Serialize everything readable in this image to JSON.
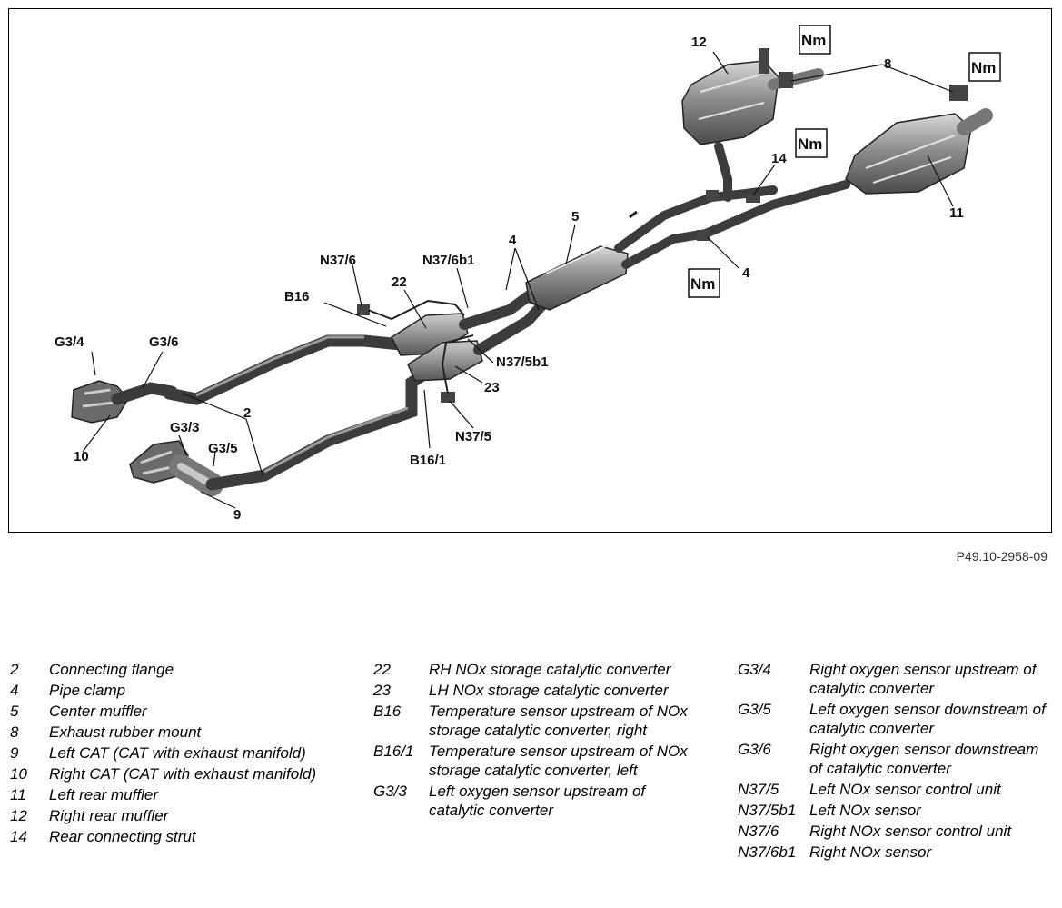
{
  "figure": {
    "callouts": {
      "n2": "2",
      "n4a": "4",
      "n4b": "4",
      "n5": "5",
      "n8": "8",
      "n9": "9",
      "n10": "10",
      "n11": "11",
      "n12": "12",
      "n14": "14",
      "n22": "22",
      "n23": "23",
      "b16": "B16",
      "b16_1": "B16/1",
      "g3_3": "G3/3",
      "g3_4": "G3/4",
      "g3_5": "G3/5",
      "g3_6": "G3/6",
      "n37_5": "N37/5",
      "n37_5b1": "N37/5b1",
      "n37_6": "N37/6",
      "n37_6b1": "N37/6b1"
    },
    "nm_badge": "Nm",
    "code": "P49.10-2958-09"
  },
  "legend": {
    "col1": [
      {
        "code": "2",
        "desc": "Connecting flange"
      },
      {
        "code": "4",
        "desc": "Pipe clamp"
      },
      {
        "code": "5",
        "desc": "Center muffler"
      },
      {
        "code": "8",
        "desc": "Exhaust rubber mount"
      },
      {
        "code": "9",
        "desc": "Left CAT (CAT with exhaust manifold)"
      },
      {
        "code": "10",
        "desc": "Right CAT (CAT with exhaust manifold)"
      },
      {
        "code": "11",
        "desc": "Left rear muffler"
      },
      {
        "code": "12",
        "desc": "Right rear muffler"
      },
      {
        "code": "14",
        "desc": "Rear connecting strut"
      }
    ],
    "col2": [
      {
        "code": "22",
        "desc": "RH NOx storage catalytic converter"
      },
      {
        "code": "23",
        "desc": "LH NOx storage catalytic converter"
      },
      {
        "code": "B16",
        "desc": "Temperature sensor upstream of NOx storage catalytic converter, right"
      },
      {
        "code": "B16/1",
        "desc": "Temperature sensor upstream of NOx storage catalytic converter, left"
      },
      {
        "code": "G3/3",
        "desc": "Left oxygen sensor upstream of catalytic converter"
      }
    ],
    "col3": [
      {
        "code": "G3/4",
        "desc": "Right oxygen sensor upstream of catalytic converter"
      },
      {
        "code": "G3/5",
        "desc": "Left oxygen sensor downstream of catalytic converter"
      },
      {
        "code": "G3/6",
        "desc": "Right oxygen sensor downstream of catalytic converter"
      },
      {
        "code": "N37/5",
        "desc": "Left NOx sensor control unit"
      },
      {
        "code": "N37/5b1",
        "desc": "Left NOx sensor"
      },
      {
        "code": "N37/6",
        "desc": "Right NOx sensor control unit"
      },
      {
        "code": "N37/6b1",
        "desc": "Right NOx sensor"
      }
    ]
  }
}
